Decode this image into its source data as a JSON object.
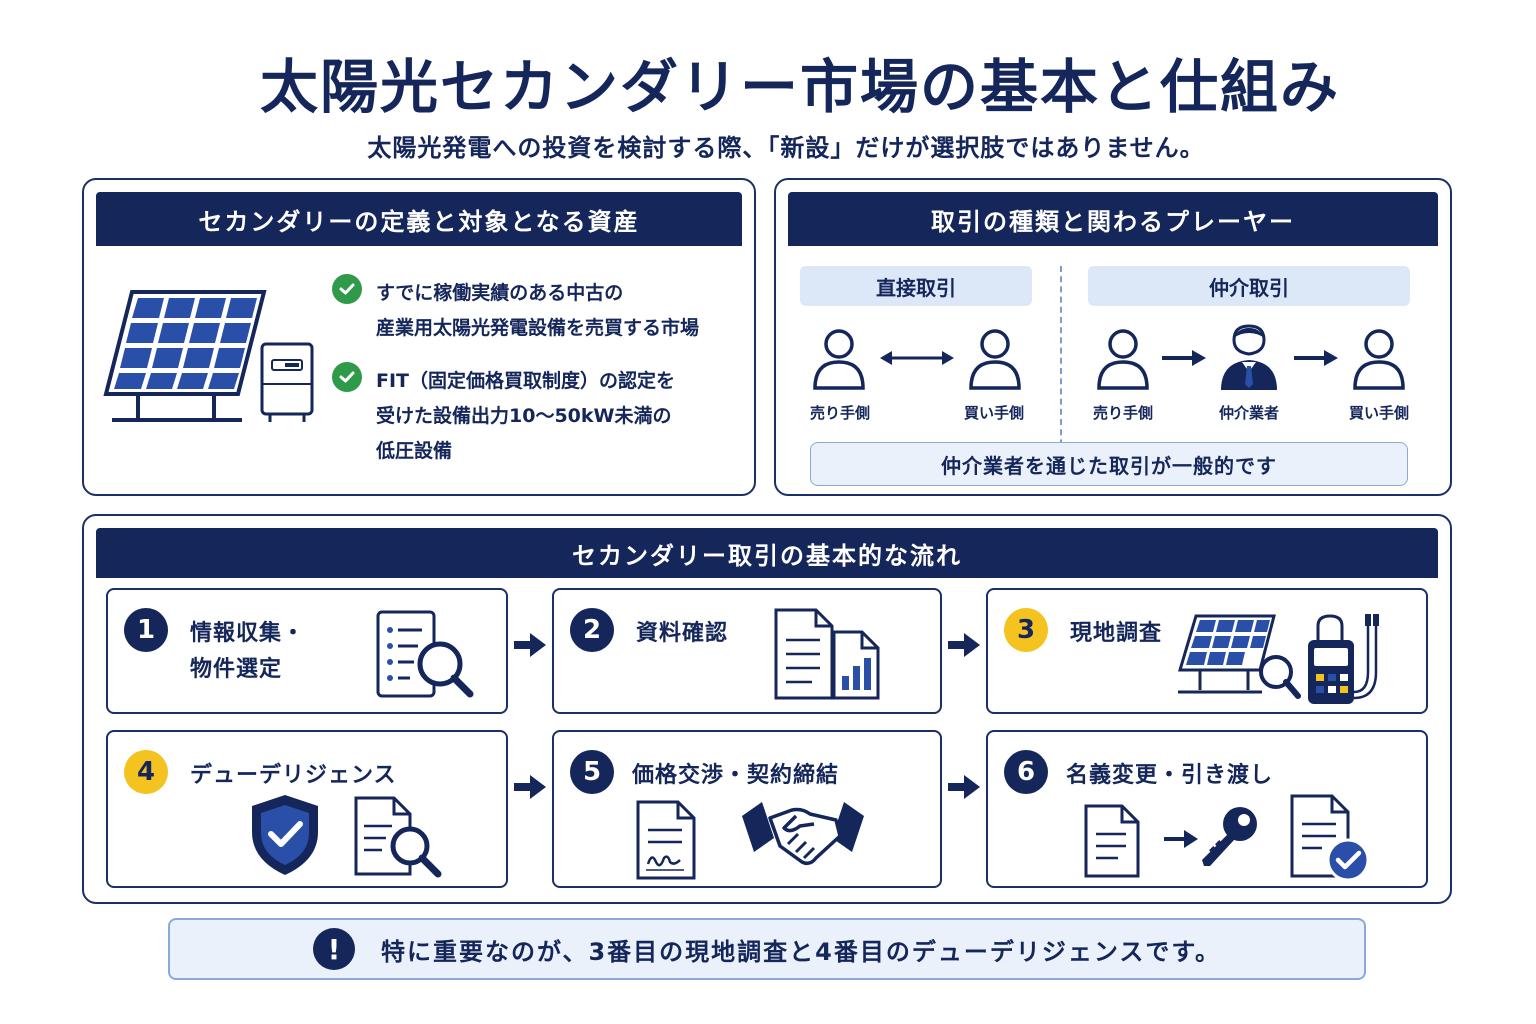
{
  "title": "太陽光セカンダリー市場の基本と仕組み",
  "subtitle": "太陽光発電への投資を検討する際、「新設」だけが選択肢ではありません。",
  "definition": {
    "header": "セカンダリーの定義と対象となる資産",
    "items": [
      {
        "line1": "すでに稼働実績のある中古の",
        "line2": "産業用太陽光発電設備を売買する市場"
      },
      {
        "line1": "FIT（固定価格買取制度）の認定を",
        "line2": "受けた設備出力10～50kW未満の",
        "line3": "低圧設備"
      }
    ]
  },
  "trade": {
    "header": "取引の種類と関わるプレーヤー",
    "direct_label": "直接取引",
    "broker_label": "仲介取引",
    "seller": "売り手側",
    "buyer": "買い手側",
    "broker": "仲介業者",
    "note": "仲介業者を通じた取引が一般的です"
  },
  "flow": {
    "header": "セカンダリー取引の基本的な流れ",
    "steps": [
      {
        "num": "1",
        "line1": "情報収集・",
        "line2": "物件選定"
      },
      {
        "num": "2",
        "line1": "資料確認"
      },
      {
        "num": "3",
        "line1": "現地調査"
      },
      {
        "num": "4",
        "line1": "デューデリジェンス"
      },
      {
        "num": "5",
        "line1": "価格交渉・契約締結"
      },
      {
        "num": "6",
        "line1": "名義変更・引き渡し"
      }
    ]
  },
  "bottom_note": "特に重要なのが、3番目の現地調査と4番目のデューデリジェンスです。",
  "colors": {
    "navy": "#14265a",
    "yellow": "#f5c31f",
    "green": "#2e9a4a",
    "light_blue": "#dce8f8",
    "panel_blue": "#2a4fa8"
  }
}
